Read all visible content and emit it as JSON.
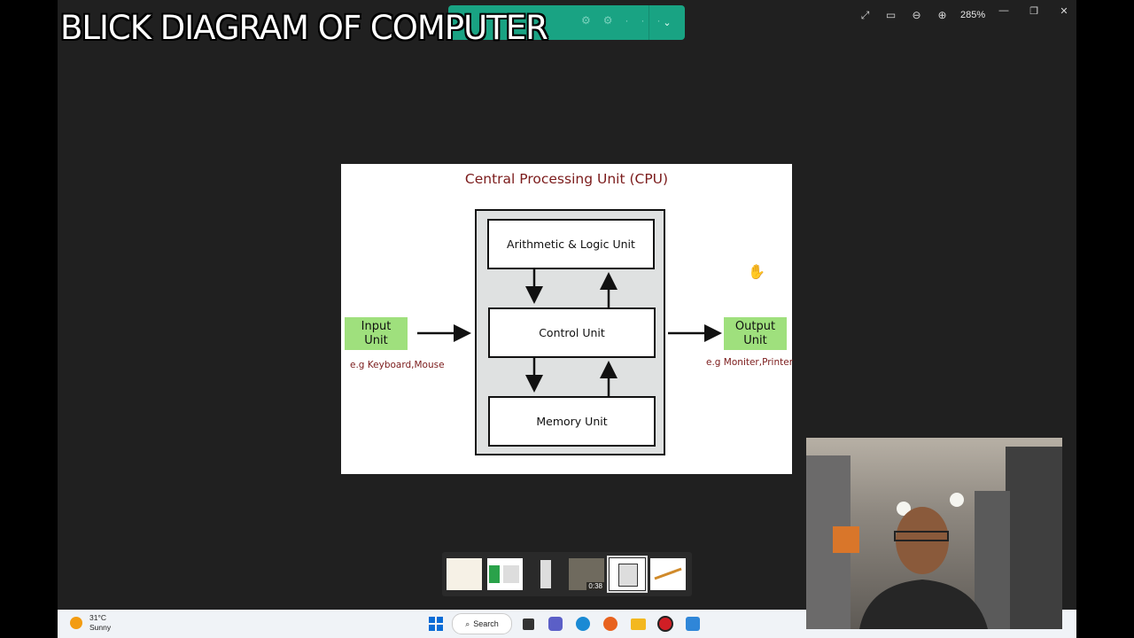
{
  "overlay": {
    "title": "BLICK DIAGRAM OF COMPUTER"
  },
  "viewer": {
    "zoom_label": "285%",
    "icons": [
      "expand-icon",
      "fit-icon",
      "zoom-out-icon",
      "zoom-in-icon"
    ],
    "window_controls": [
      "minimize-icon",
      "restore-icon",
      "close-icon"
    ]
  },
  "diagram": {
    "title": "Central Processing Unit (CPU)",
    "alu": "Arithmetic & Logic Unit",
    "control": "Control Unit",
    "memory": "Memory Unit",
    "input_line1": "Input",
    "input_line2": "Unit",
    "input_example": "e.g Keyboard,Mouse",
    "output_line1": "Output",
    "output_line2": "Unit",
    "output_example": "e.g Moniter,Printer",
    "colors": {
      "title": "#7b1b1b",
      "io_box": "#9fe07d",
      "cpu_box": "#dfe1e1"
    }
  },
  "filmstrip": {
    "duration": "0:38"
  },
  "taskbar": {
    "temperature": "31°C",
    "condition": "Sunny",
    "search_label": "Search"
  }
}
